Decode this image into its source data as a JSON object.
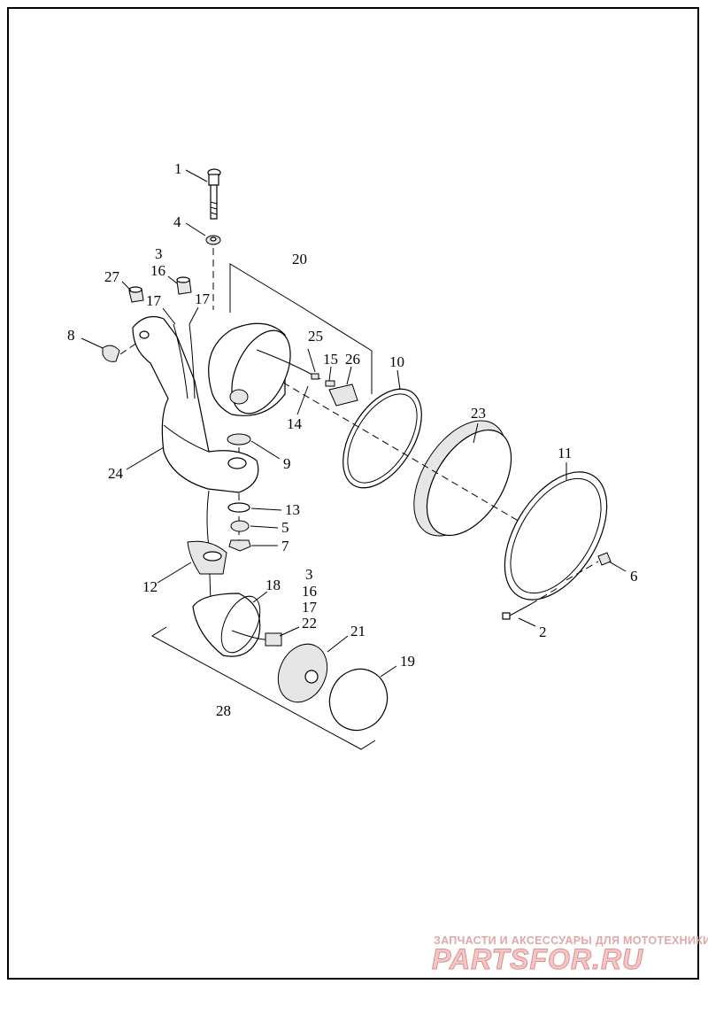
{
  "diagram": {
    "callouts": [
      {
        "id": "1",
        "label": "1"
      },
      {
        "id": "4",
        "label": "4"
      },
      {
        "id": "3a",
        "label": "3"
      },
      {
        "id": "16a",
        "label": "16"
      },
      {
        "id": "27",
        "label": "27"
      },
      {
        "id": "17a",
        "label": "17"
      },
      {
        "id": "17b",
        "label": "17"
      },
      {
        "id": "20",
        "label": "20"
      },
      {
        "id": "8",
        "label": "8"
      },
      {
        "id": "25",
        "label": "25"
      },
      {
        "id": "15",
        "label": "15"
      },
      {
        "id": "26",
        "label": "26"
      },
      {
        "id": "10",
        "label": "10"
      },
      {
        "id": "14",
        "label": "14"
      },
      {
        "id": "23",
        "label": "23"
      },
      {
        "id": "9",
        "label": "9"
      },
      {
        "id": "24",
        "label": "24"
      },
      {
        "id": "11",
        "label": "11"
      },
      {
        "id": "13",
        "label": "13"
      },
      {
        "id": "5",
        "label": "5"
      },
      {
        "id": "7",
        "label": "7"
      },
      {
        "id": "6",
        "label": "6"
      },
      {
        "id": "12",
        "label": "12"
      },
      {
        "id": "18",
        "label": "18"
      },
      {
        "id": "3b",
        "label": "3"
      },
      {
        "id": "16b",
        "label": "16"
      },
      {
        "id": "17c",
        "label": "17"
      },
      {
        "id": "22",
        "label": "22"
      },
      {
        "id": "2",
        "label": "2"
      },
      {
        "id": "21",
        "label": "21"
      },
      {
        "id": "19",
        "label": "19"
      },
      {
        "id": "28",
        "label": "28"
      }
    ]
  },
  "watermark": {
    "tagline": "ЗАПЧАСТИ И АКСЕССУАРЫ ДЛЯ МОТОТЕХНИКИ",
    "logo": "PARTSFOR.RU"
  }
}
